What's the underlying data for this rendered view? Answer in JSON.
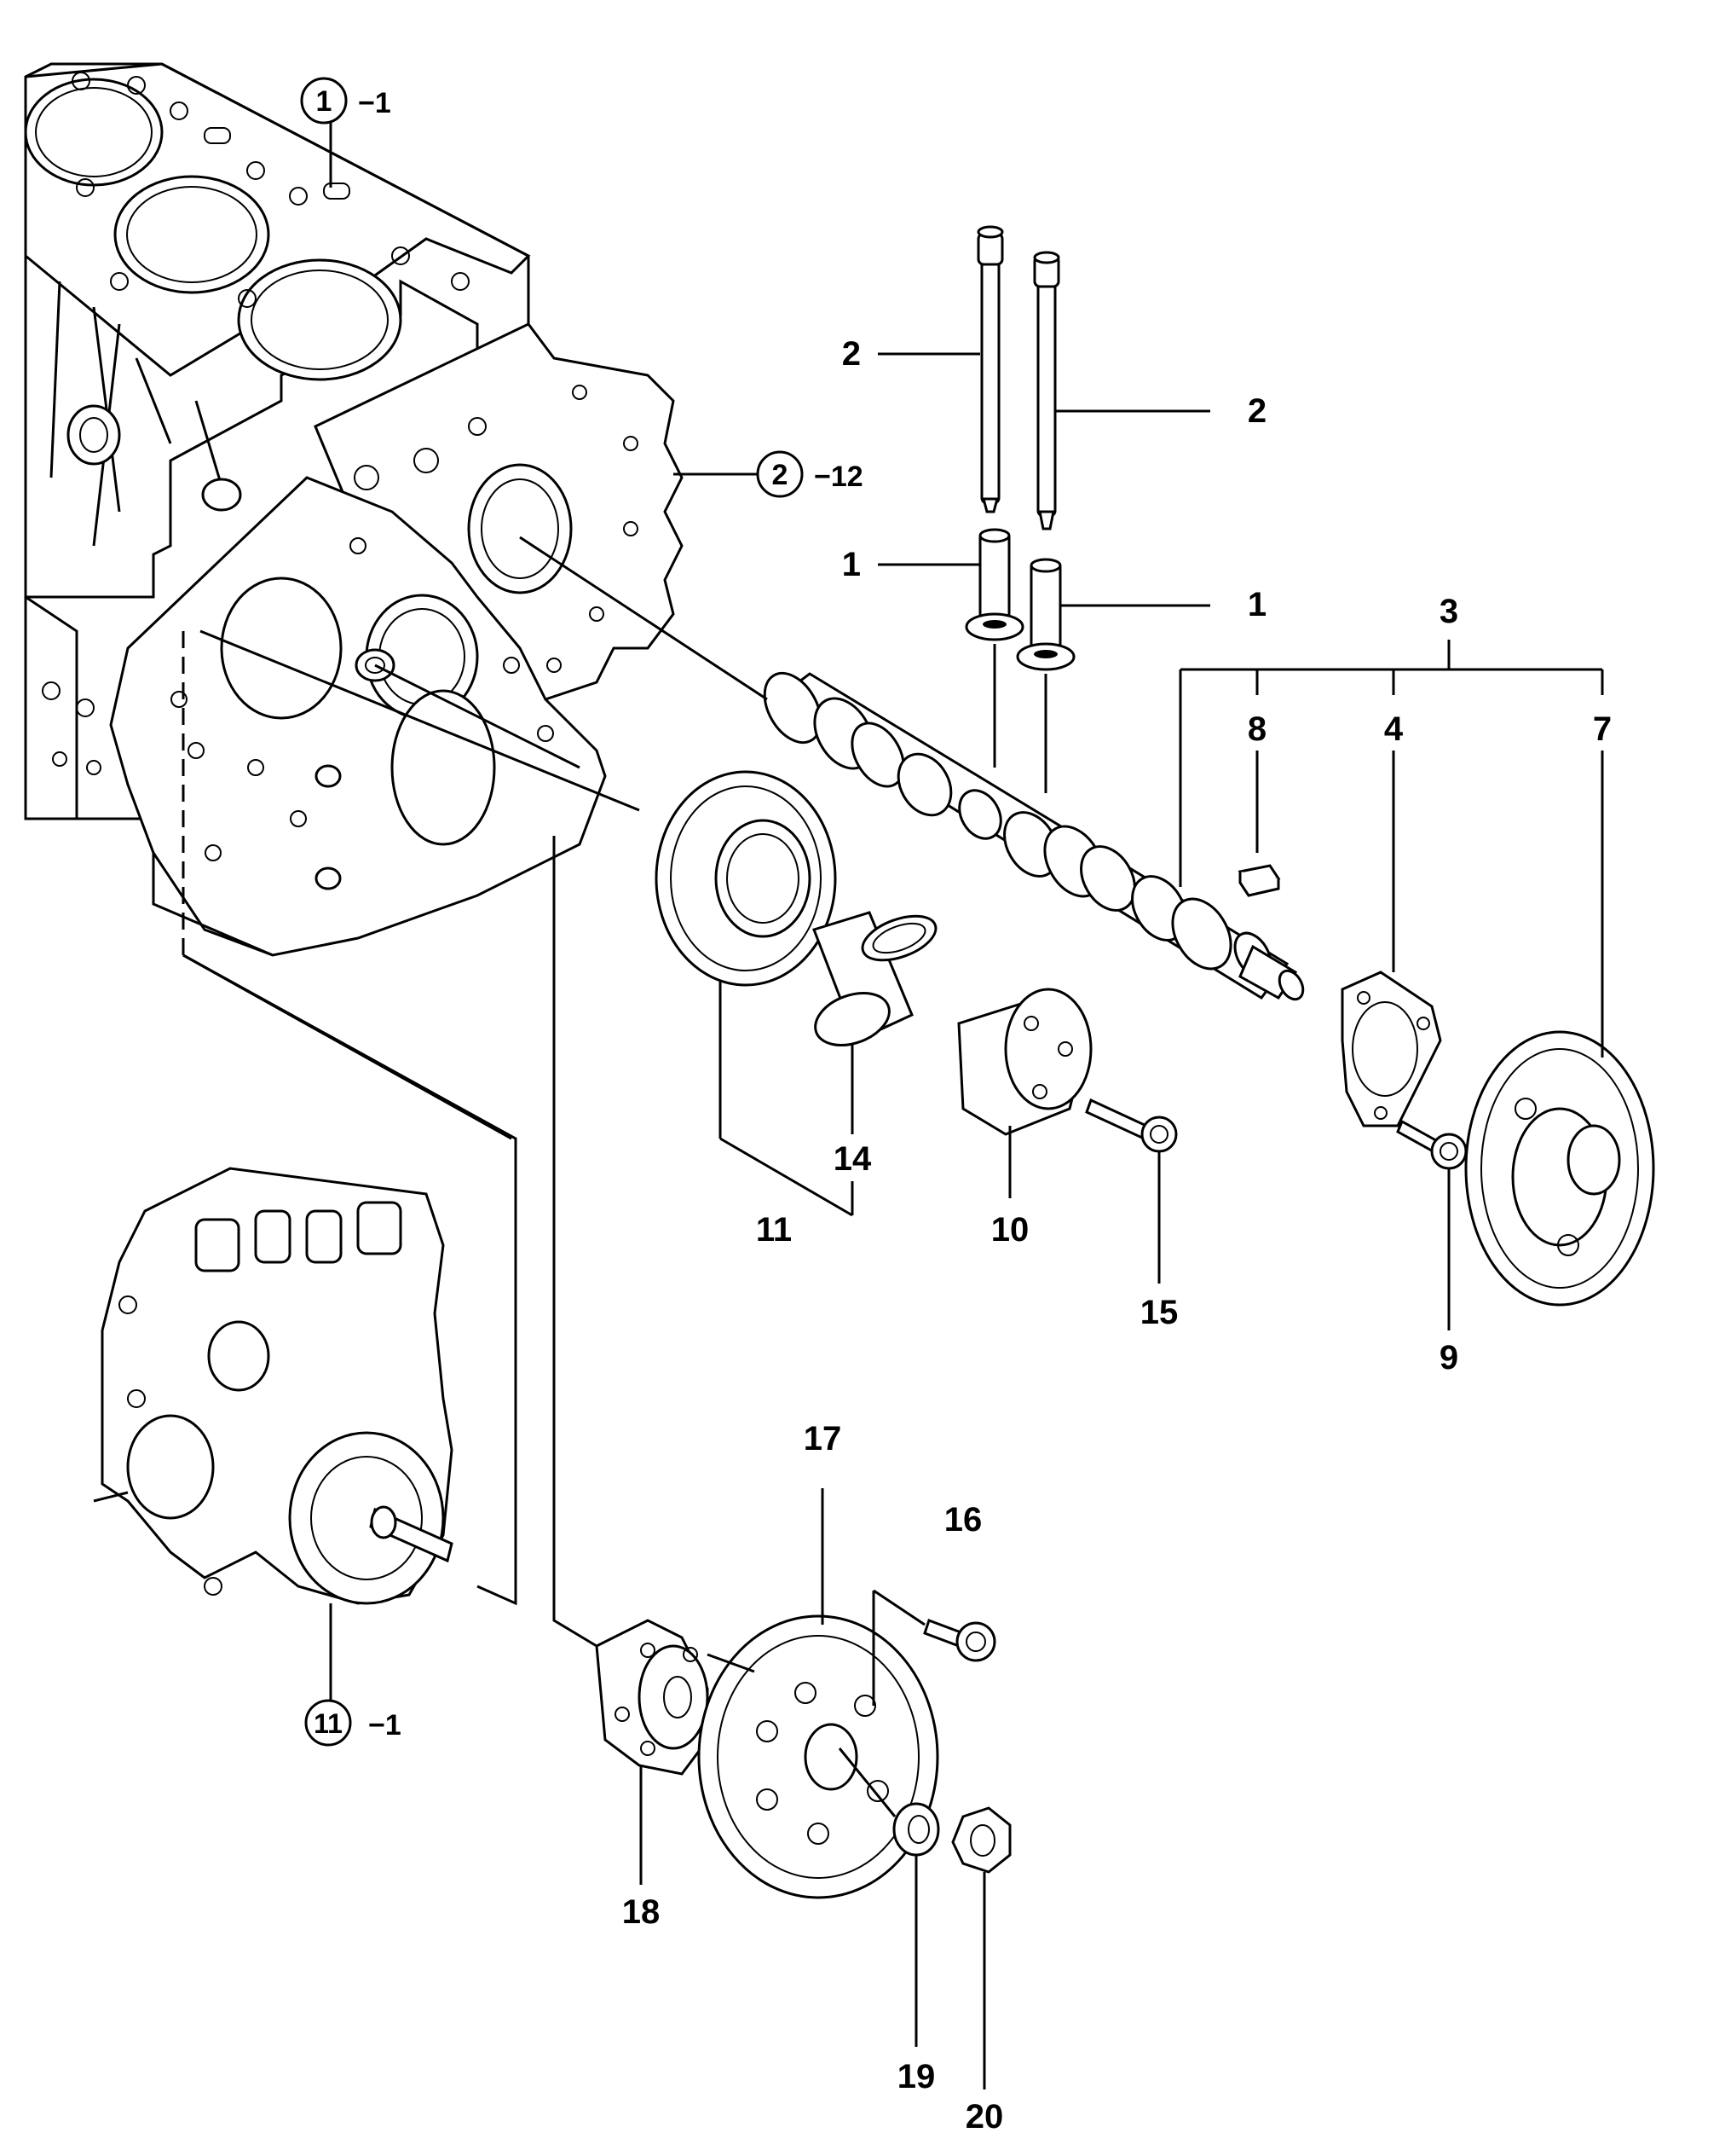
{
  "callouts": [
    {
      "id": "p1a",
      "text": "1"
    },
    {
      "id": "p1b",
      "text": "1"
    },
    {
      "id": "p2a",
      "text": "2"
    },
    {
      "id": "p2b",
      "text": "2"
    },
    {
      "id": "p3",
      "text": "3"
    },
    {
      "id": "p4",
      "text": "4"
    },
    {
      "id": "p7",
      "text": "7"
    },
    {
      "id": "p8",
      "text": "8"
    },
    {
      "id": "p9",
      "text": "9"
    },
    {
      "id": "p10",
      "text": "10"
    },
    {
      "id": "p11",
      "text": "11"
    },
    {
      "id": "p14",
      "text": "14"
    },
    {
      "id": "p15",
      "text": "15"
    },
    {
      "id": "p16",
      "text": "16"
    },
    {
      "id": "p17",
      "text": "17"
    },
    {
      "id": "p18",
      "text": "18"
    },
    {
      "id": "p19",
      "text": "19"
    },
    {
      "id": "p20",
      "text": "20"
    }
  ],
  "references": [
    {
      "id": "ref1",
      "group": "1",
      "suffix": "−1"
    },
    {
      "id": "ref2",
      "group": "2",
      "suffix": "−12"
    },
    {
      "id": "ref11",
      "group": "11",
      "suffix": "−1"
    }
  ]
}
